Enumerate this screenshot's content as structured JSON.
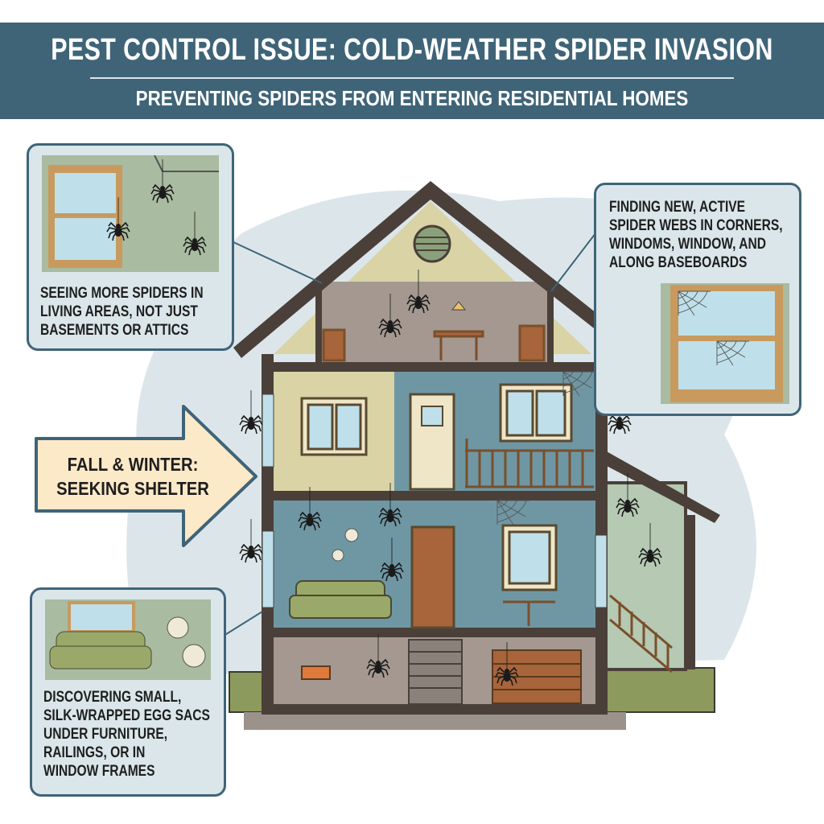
{
  "header": {
    "title": "PEST CONTROL ISSUE: COLD-WEATHER SPIDER INVASION",
    "subtitle": "PREVENTING SPIDERS FROM ENTERING RESIDENTIAL HOMES"
  },
  "arrow": {
    "line1": "FALL & WINTER:",
    "line2": "SEEKING SHELTER"
  },
  "callouts": [
    {
      "lines": [
        "SEEING MORE SPIDERS IN",
        "LIVING AREAS, NOT JUST",
        "BASEMENTS OR ATTICS"
      ],
      "icon": "spiders-near-window"
    },
    {
      "lines": [
        "FINDING NEW, ACTIVE",
        "SPIDER WEBS IN CORNERS,",
        "WINDOMS, WINDOW, AND",
        "ALONG BASEBOARDS"
      ],
      "icon": "cobwebs-in-window"
    },
    {
      "lines": [
        "DISCOVERING SMALL,",
        "SILK-WRAPPED EGG SACS",
        "UNDER FURNITURE,",
        "RAILINGS, OR IN",
        "WINDOW FRAMES"
      ],
      "icon": "egg-sacs-near-sofa"
    }
  ],
  "colors": {
    "banner": "#3f6478",
    "callout_bg": "#dbe6ea",
    "arrow_fill": "#fbe9c8",
    "wall_blue": "#6f97a3",
    "wall_tan": "#d9d3a6",
    "roof": "#4a4039",
    "ground": "#8c9a5e"
  }
}
